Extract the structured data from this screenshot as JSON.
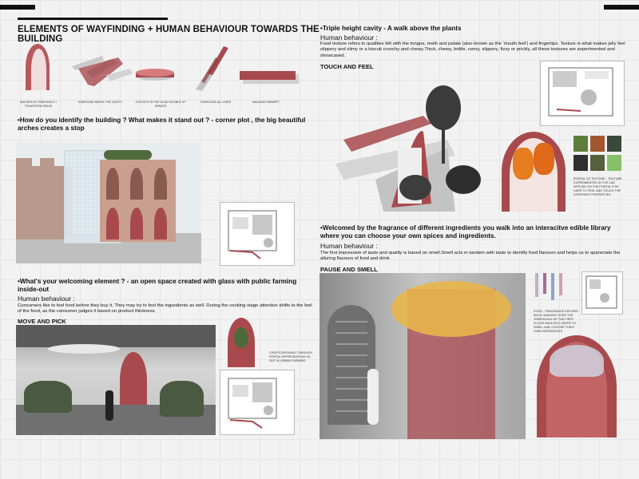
{
  "header": {
    "title": "ELEMENTS OF WAYFINDING + HUMAN BEHAVIOUR TOWARDS THE BUILDING"
  },
  "elements": [
    {
      "caption": "ARCHES AS THRESHOLD / TRANSITION SPACE"
    },
    {
      "caption": "STAIRCASE ABOVE THE CAVITY"
    },
    {
      "caption": "CUTOUTS IN THE SLAB/ DOUBLE HT SPACES"
    },
    {
      "caption": "STAIRCASE ALL OVER"
    },
    {
      "caption": "WALKING PARAPET"
    }
  ],
  "section_identify": {
    "question": "•How do you identify the building ? What makes it stand out ? - corner plot , the big beautiful arches creates a stop"
  },
  "section_welcome": {
    "question": "•What's your welcoming element ? - an open space created with glass with public farming inside-out",
    "behaviour_label": "Human behaviour :",
    "body": "Consumers like to feel food before they buy it. They may try to feel the ingredients as well.  During the cooking stage attention shifts to the feel of the food, as the consumer judges it based on product thickness.",
    "subheading": "MOVE AND PICK",
    "crop_caption": "CROPS GROWING THROUGH PORTAL REPRESENTING IN-OUT IN URBAN FARMING"
  },
  "section_cavity": {
    "question": "•Triple height cavity - A walk above the plants",
    "behaviour_label": "Human behaviour :",
    "body": "Food texture refers to qualities felt with the tongue, teeth and palate (also known as the 'mouth feel') and fingertips. Texture is what makes jelly feel slippery and slimy or a biscuit crunchy and chewy.Thick, chewy, brittle, runny, slippery, fizzy or prickly, all these textures are experimented and showcased.",
    "subheading": "TOUCH AND FEEL",
    "portal_caption": "PORTAL OF TEXTURE - TEXTURE EXPERIMENTED IN THE LAB APPLIED ON THE PORTAL FOR USER TO FEEL AND TOUCH THE DIFFERENT PROPERTIES"
  },
  "section_fragrance": {
    "question": "•Welcomed by the fragrance of different ingredients you walk into an interacitve edible library where you can choose your own spices and ingredients.",
    "behaviour_label": "Human behaviour :",
    "body": "The first impression of taste and quality is based on smell.Smell acts in tandem with taste to identify food flavours and helps us to appreciate the alluring flavours of food and drink",
    "subheading": "PAUSE AND SMELL",
    "fragrance_caption": "FOOD - FRAGRANCE INFUSED BACK HANGING OVER THE THRESHOLD OF THE FIRST FLOOR INDICATIG USERS TO SMELL AND CHOOSE THEIR OWN INGREDIENTS"
  },
  "colors": {
    "accent_red": "#a84a4d",
    "ink": "#111111",
    "paper": "#f2f2f2"
  }
}
